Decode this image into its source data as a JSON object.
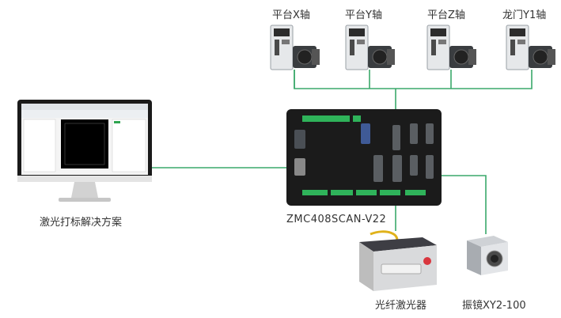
{
  "servos": [
    {
      "label": "平台X轴"
    },
    {
      "label": "平台Y轴"
    },
    {
      "label": "平台Z轴"
    },
    {
      "label": "龙门Y1轴"
    }
  ],
  "pc": {
    "label": "激光打标解决方案"
  },
  "controller": {
    "label": "ZMC408SCAN-V22"
  },
  "laser": {
    "label": "光纤激光器"
  },
  "galvo": {
    "label": "振镜XY2-100"
  },
  "colors": {
    "wire": "#3aa86b",
    "controller_body": "#1b1b1b",
    "terminal": "#2fb35a"
  }
}
